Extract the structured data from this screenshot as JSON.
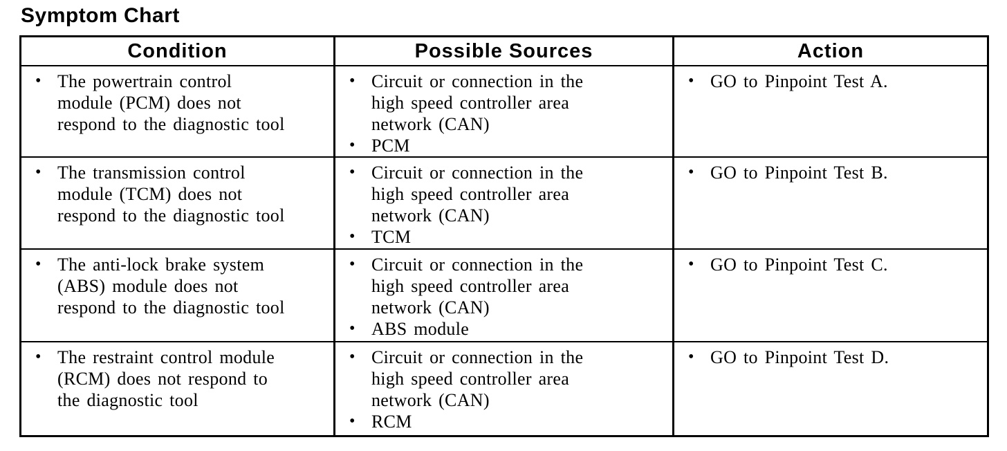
{
  "title": "Symptom Chart",
  "bullet": "•",
  "colors": {
    "text": "#000000",
    "background": "#ffffff",
    "border": "#000000"
  },
  "table": {
    "columns": [
      "Condition",
      "Possible Sources",
      "Action"
    ],
    "rows": [
      {
        "condition": [
          "The powertrain control\nmodule (PCM) does not\nrespond to the diagnostic tool"
        ],
        "sources": [
          "Circuit or connection in the\nhigh speed controller area\nnetwork (CAN)",
          "PCM"
        ],
        "action": [
          "GO to Pinpoint Test A."
        ]
      },
      {
        "condition": [
          "The transmission control\nmodule (TCM) does not\nrespond to the diagnostic tool"
        ],
        "sources": [
          "Circuit or connection in the\nhigh speed controller area\nnetwork (CAN)",
          "TCM"
        ],
        "action": [
          "GO to Pinpoint Test B."
        ]
      },
      {
        "condition": [
          "The anti-lock brake system\n(ABS) module does not\nrespond to the diagnostic tool"
        ],
        "sources": [
          "Circuit or connection in the\nhigh speed controller area\nnetwork (CAN)",
          "ABS module"
        ],
        "action": [
          "GO to Pinpoint Test C."
        ]
      },
      {
        "condition": [
          "The restraint control module\n(RCM) does not respond to\nthe diagnostic tool"
        ],
        "sources": [
          "Circuit or connection in the\nhigh speed controller area\nnetwork (CAN)",
          "RCM"
        ],
        "action": [
          "GO to Pinpoint Test D."
        ]
      }
    ]
  }
}
